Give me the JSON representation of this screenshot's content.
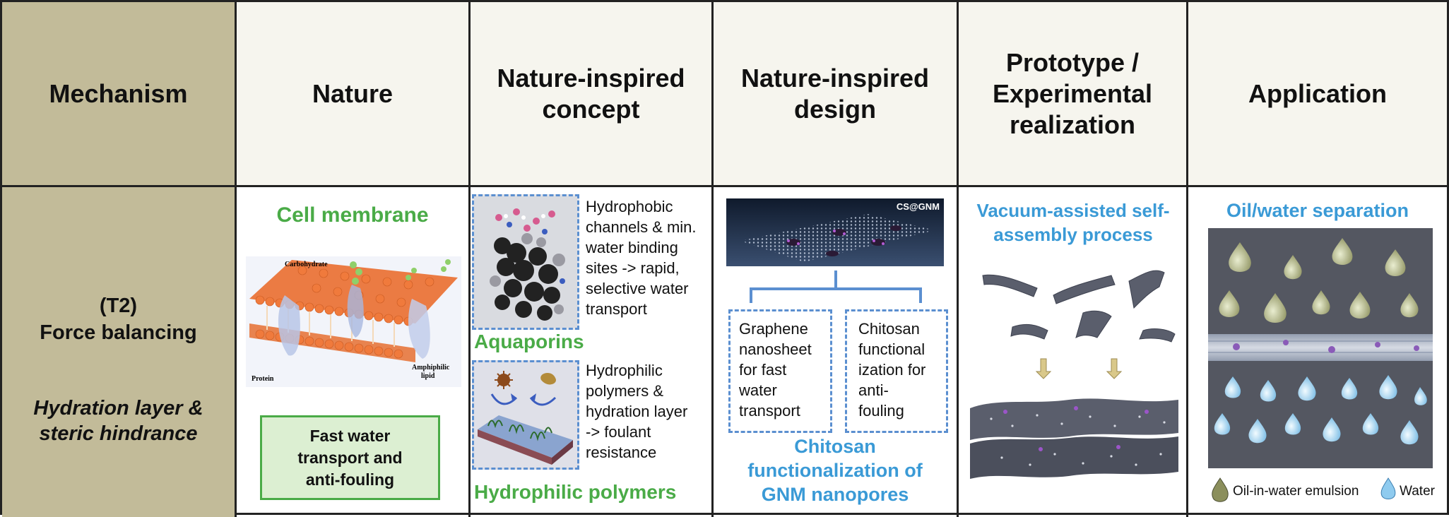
{
  "headers": {
    "mechanism": "Mechanism",
    "nature": "Nature",
    "concept": "Nature-inspired\nconcept",
    "design": "Nature-inspired\ndesign",
    "prototype": "Prototype /\nExperimental\nrealization",
    "application": "Application"
  },
  "mechanism": {
    "code": "(T2)",
    "name": "Force balancing",
    "detail": "Hydration layer &\nsteric hindrance"
  },
  "nature": {
    "title": "Cell membrane",
    "labels": {
      "carbohydrate": "Carbohydrate",
      "protein": "Protein",
      "lipid": "Amphiphilic\nlipid"
    },
    "box_text": "Fast water\ntransport and\nanti-fouling"
  },
  "concept": {
    "aquaporin_text": "Hydrophobic\nchannels & min.\nwater binding\nsites -> rapid,\nselective water\ntransport",
    "aquaporin_title": "Aquaporins",
    "polymer_text": "Hydrophilic\npolymers &\nhydration layer\n-> foulant\nresistance",
    "polymer_title": "Hydrophilic polymers"
  },
  "design": {
    "image_label": "CS@GNM",
    "left_box": "Graphene\nnanosheet\nfor fast\nwater\ntransport",
    "right_box": "Chitosan\nfunctional\nization for\nanti-\nfouling",
    "title": "Chitosan\nfunctionalization of\nGNM nanopores"
  },
  "prototype": {
    "title": "Vacuum-assisted self-\nassembly process"
  },
  "application": {
    "title": "Oil/water separation",
    "legend_oil": "Oil-in-water emulsion",
    "legend_water": "Water"
  },
  "colors": {
    "mechanism_bg": "#c2bb99",
    "green": "#4aab47",
    "blue": "#3a9ad6",
    "dashed": "#5b8fd0"
  }
}
